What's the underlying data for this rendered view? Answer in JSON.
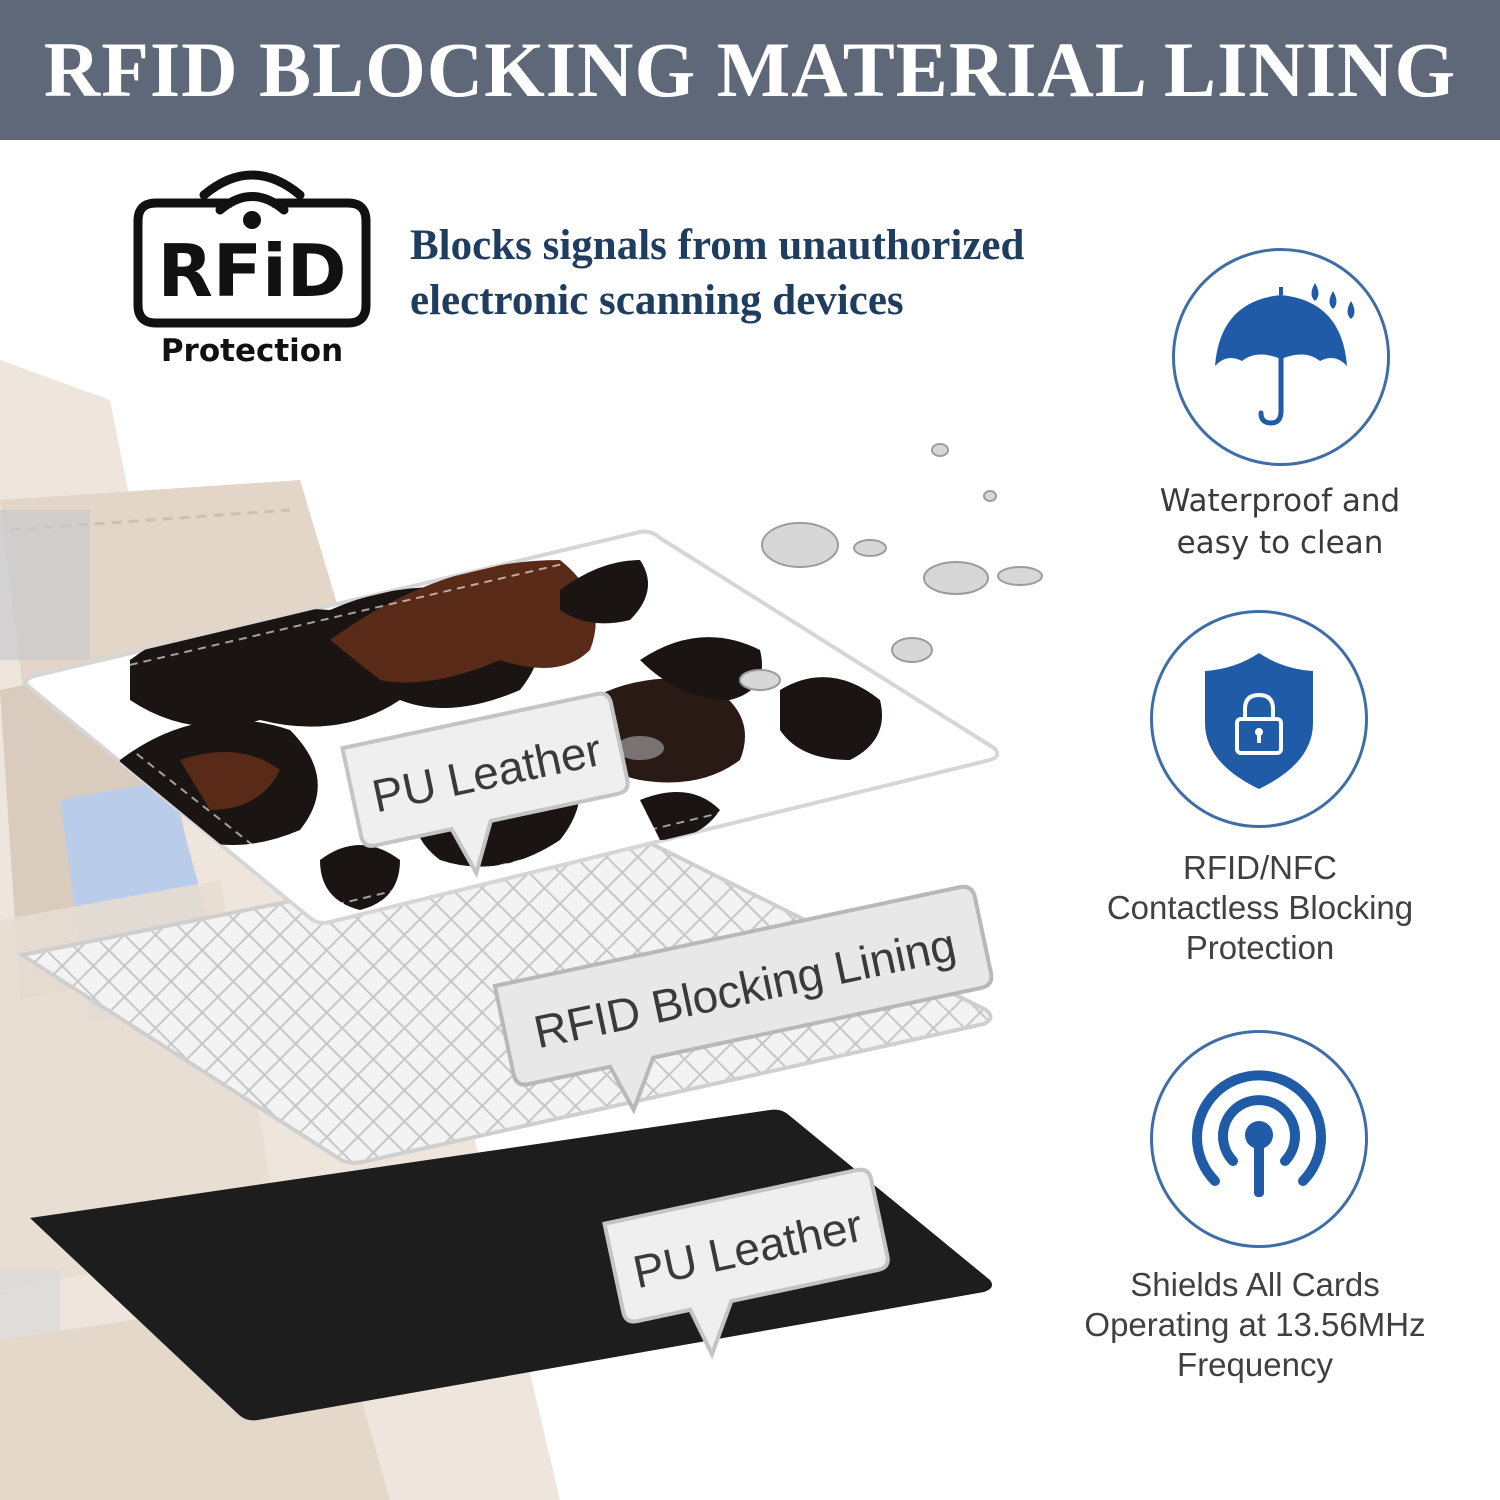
{
  "header": {
    "title": "RFID BLOCKING MATERIAL LINING"
  },
  "logo": {
    "main_text": "RFiD",
    "sub_text": "Protection",
    "icon": "wifi-signal-icon"
  },
  "tagline": {
    "line1": "Blocks signals from unauthorized",
    "line2": "electronic scanning devices"
  },
  "layers": [
    {
      "label": "PU Leather",
      "material": "cowhide-print"
    },
    {
      "label": "RFID Blocking Lining",
      "material": "diamond-mesh"
    },
    {
      "label": "PU Leather",
      "material": "black"
    }
  ],
  "features": [
    {
      "icon": "umbrella-icon",
      "lines": [
        "Waterproof and",
        "easy to clean"
      ]
    },
    {
      "icon": "shield-lock-icon",
      "lines": [
        "RFID/NFC",
        "Contactless Blocking",
        "Protection"
      ]
    },
    {
      "icon": "signal-antenna-icon",
      "lines": [
        "Shields All Cards",
        "Operating at 13.56MHz",
        "Frequency"
      ]
    }
  ],
  "colors": {
    "banner": "#5f6878",
    "accent_blue": "#1f5ba6",
    "tagline": "#1f3d5e",
    "wallet": "#dcc9b8"
  }
}
